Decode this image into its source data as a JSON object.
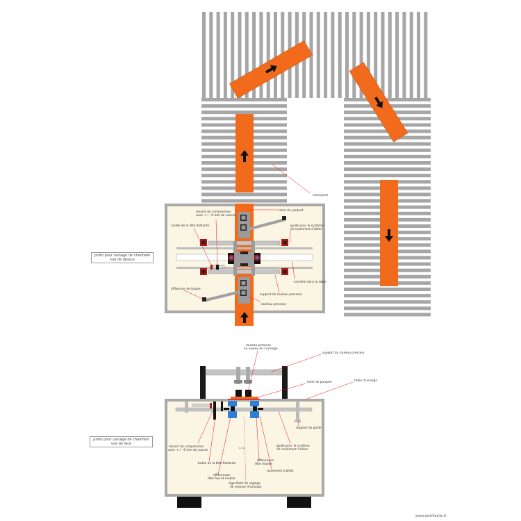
{
  "labels": {
    "convoyeur": "convoyeur",
    "lame_parquet_top": "lame de parquet",
    "ressort_top_1": "ressort de compression",
    "ressort_top_2": "avec + / - 6 mm de course",
    "butee_top": "butée de la tête flottante",
    "guide_top_1": "guide pour le cyclème",
    "guide_top_2": "de roulement à billes",
    "cornière": "cornière dans la table",
    "support_rouleau_top": "support du rouleau presseur",
    "affleureur_top": "affleureur de toupie",
    "rouleau_top": "rouleau presseur",
    "rouleaux_front_1": "rouleau presseur",
    "rouleaux_front_2": "au niveau de l'usinage",
    "support_rouleau_front": "support du rouleau presseur",
    "lame_parquet_front": "lame de parquet",
    "table_front": "table d'usinage",
    "support_guide": "support du guide",
    "guide_front_1": "guide pour le cyclème",
    "guide_front_2": "de roulement à billes",
    "ressort_front_1": "ressort de compression",
    "ressort_front_2": "avec + / - 6 mm de course",
    "butee_front": "butée de la tête flottante",
    "affleureuse_mobile_1": "affleureuse",
    "affleureuse_mobile_2": "tête mobile",
    "roulement": "roulement à billes",
    "affleureuse_fixe_1": "affleureuse",
    "affleureuse_fixe_2": "tête fixe et mobile",
    "tige_1": "tige fileté de réglage",
    "tige_2": "de serpour d'usinage",
    "small_note": "6 / 20"
  },
  "titles": {
    "top_view_1": "proto pour usinage de chanfrein",
    "top_view_2": "vue de dessus",
    "front_view_1": "proto pour usinage de chanfrein",
    "front_view_2": "vue de face"
  },
  "watermark": "www.archifacile.fr",
  "colors": {
    "orange": "#f26a1b",
    "table": "#fbf5e4",
    "frame": "#a9a9a9",
    "conveyor_stripe": "#a6a6a6",
    "blue": "#2f7fd6",
    "red_leader": "#e11"
  }
}
